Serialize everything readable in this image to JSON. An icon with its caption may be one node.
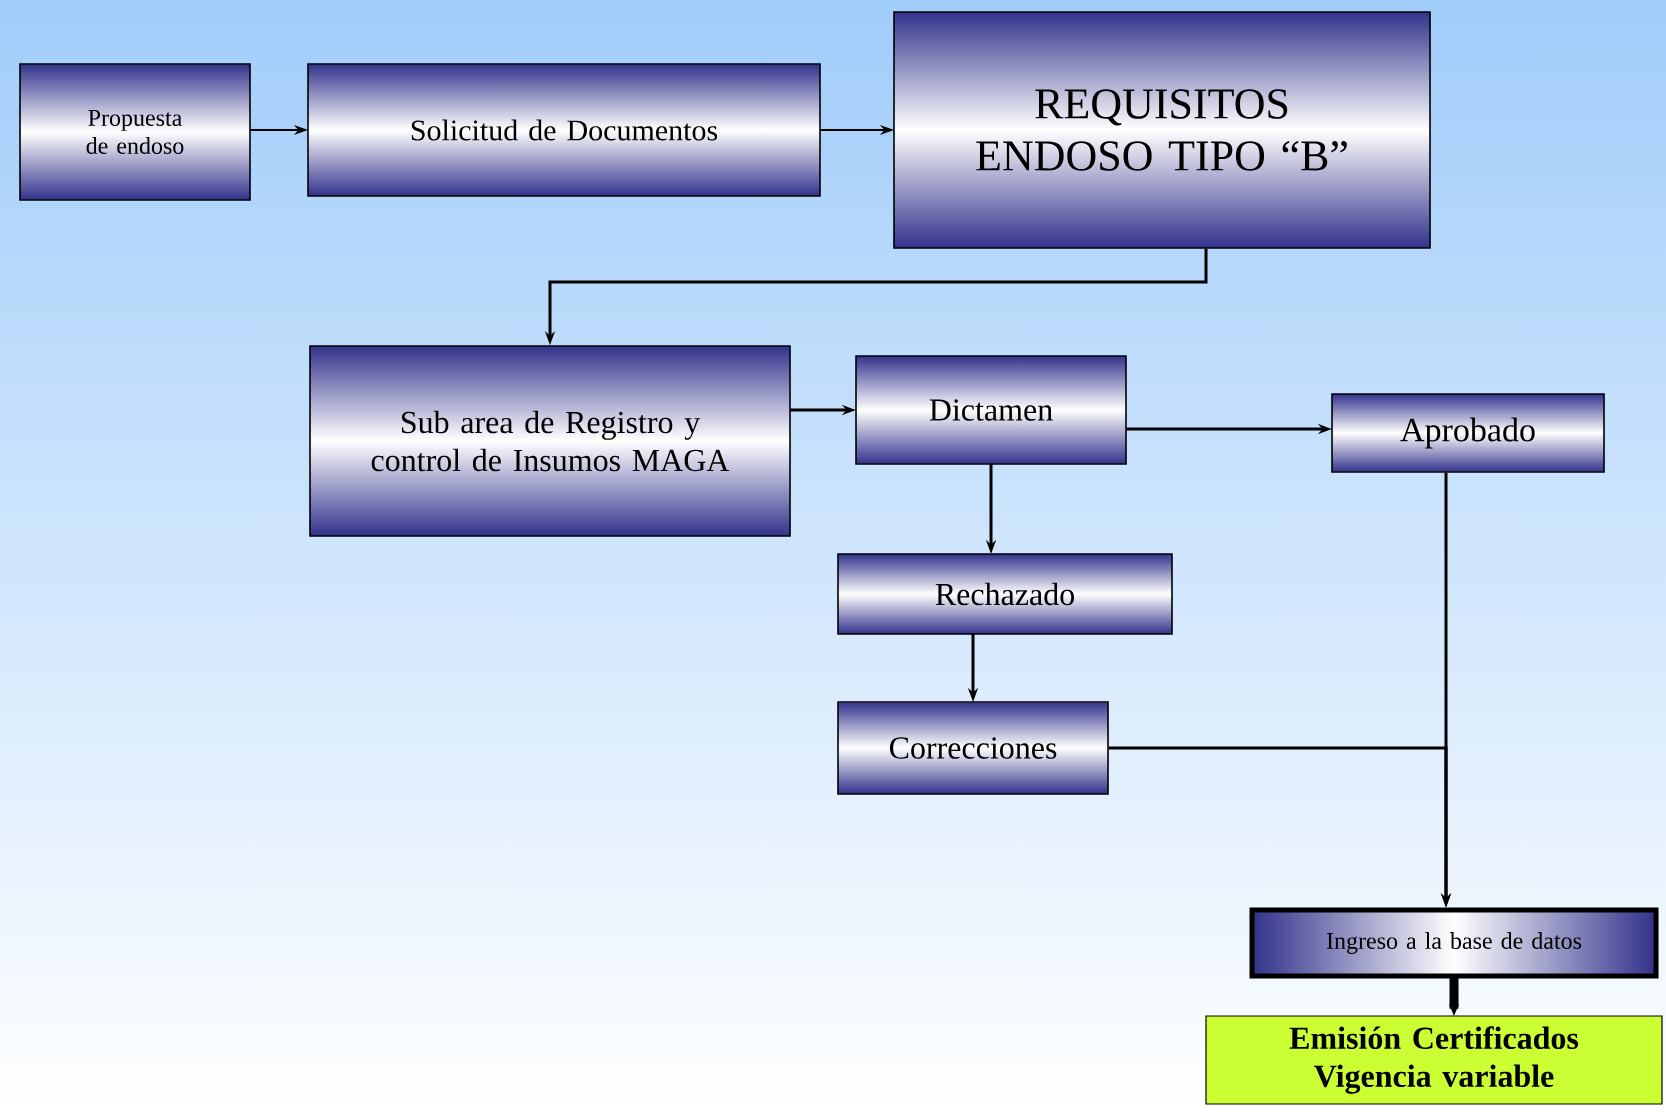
{
  "diagram": {
    "nodes": [
      {
        "text": [
          "Propuesta de endoso"
        ]
      },
      {
        "text": [
          "Solicitud de Documentos"
        ]
      },
      {
        "text": [
          "REQUISITOS ENDOSO TIPO “B”"
        ]
      },
      {
        "text": [
          "Sub area  de Registro y control de Insumos MAGA"
        ]
      },
      {
        "text": [
          "Dictamen"
        ]
      },
      {
        "text": [
          "Aprobado"
        ]
      },
      {
        "text": [
          "Rechazado"
        ]
      },
      {
        "text": [
          "Correcciones"
        ]
      },
      {
        "text": [
          "Ingreso a la base de datos"
        ]
      },
      {
        "text": [
          "Emisión Certificados",
          "Vigencia variable"
        ]
      }
    ],
    "edges": [
      {
        "from": 0,
        "to": 1,
        "arrow": "to"
      },
      {
        "from": 1,
        "to": 2,
        "arrow": "to"
      },
      {
        "from": 2,
        "to": 3,
        "arrow": "to"
      },
      {
        "from": 3,
        "to": 4,
        "arrow": "to"
      },
      {
        "from": 4,
        "to": 5,
        "arrow": "to"
      },
      {
        "from": 4,
        "to": 6,
        "arrow": "to"
      },
      {
        "from": 6,
        "to": 7,
        "arrow": "to"
      },
      {
        "from": 5,
        "to": 8,
        "arrow": "to"
      },
      {
        "from": 7,
        "to": 8,
        "arrow": "to"
      },
      {
        "from": 8,
        "to": 9,
        "arrow": "to",
        "style": "thick"
      }
    ]
  }
}
